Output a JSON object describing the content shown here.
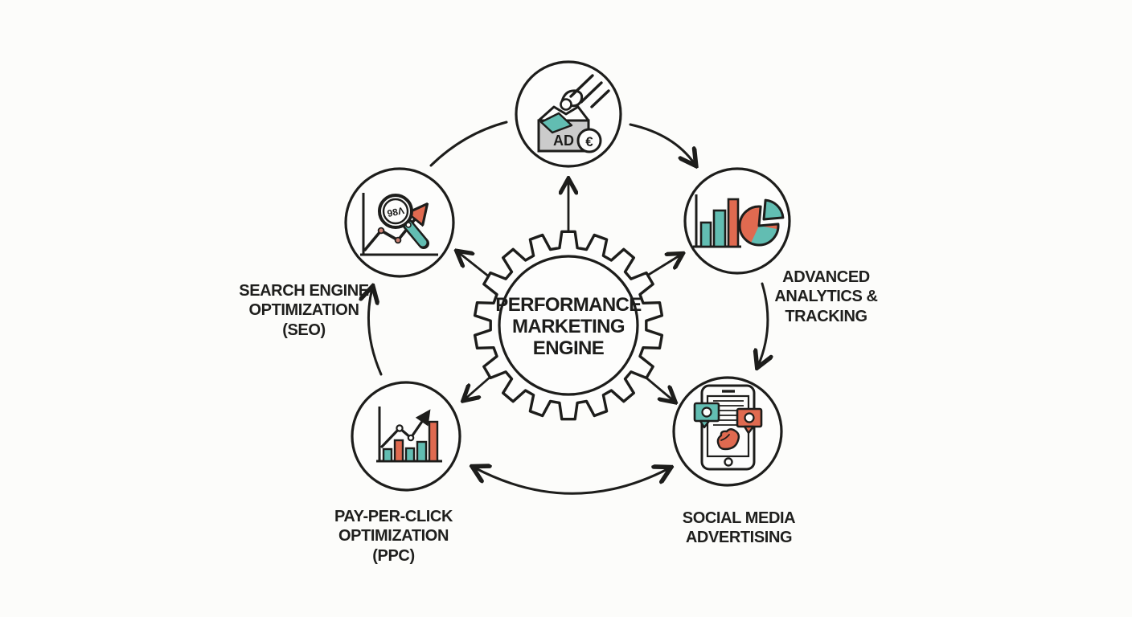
{
  "title": "Performance Marketing Engine",
  "colors": {
    "teal": "#62BDB2",
    "orange": "#E06A50",
    "gray": "#CBCBCB",
    "line": "#1D1D1B",
    "dot": "#C98073",
    "background": "#FCFCFA",
    "white": "#FDFDFC"
  },
  "hub": {
    "label": "PERFORMANCE\nMARKETING\nENGINE"
  },
  "nodes": {
    "ad": {
      "box_label": "AD",
      "coin_symbol": "€"
    },
    "analytics": {
      "label": "ADVANCED\nANALYTICS &\nTRACKING"
    },
    "social": {
      "label": "SOCIAL MEDIA\nADVERTISING"
    },
    "ppc": {
      "label": "PAY-PER-CLICK\nOPTIMIZATION\n(PPC)"
    },
    "seo": {
      "label": "SEARCH ENGINE\nOPTIMIZATION\n(SEO)",
      "lens_text": "98Λ"
    }
  }
}
